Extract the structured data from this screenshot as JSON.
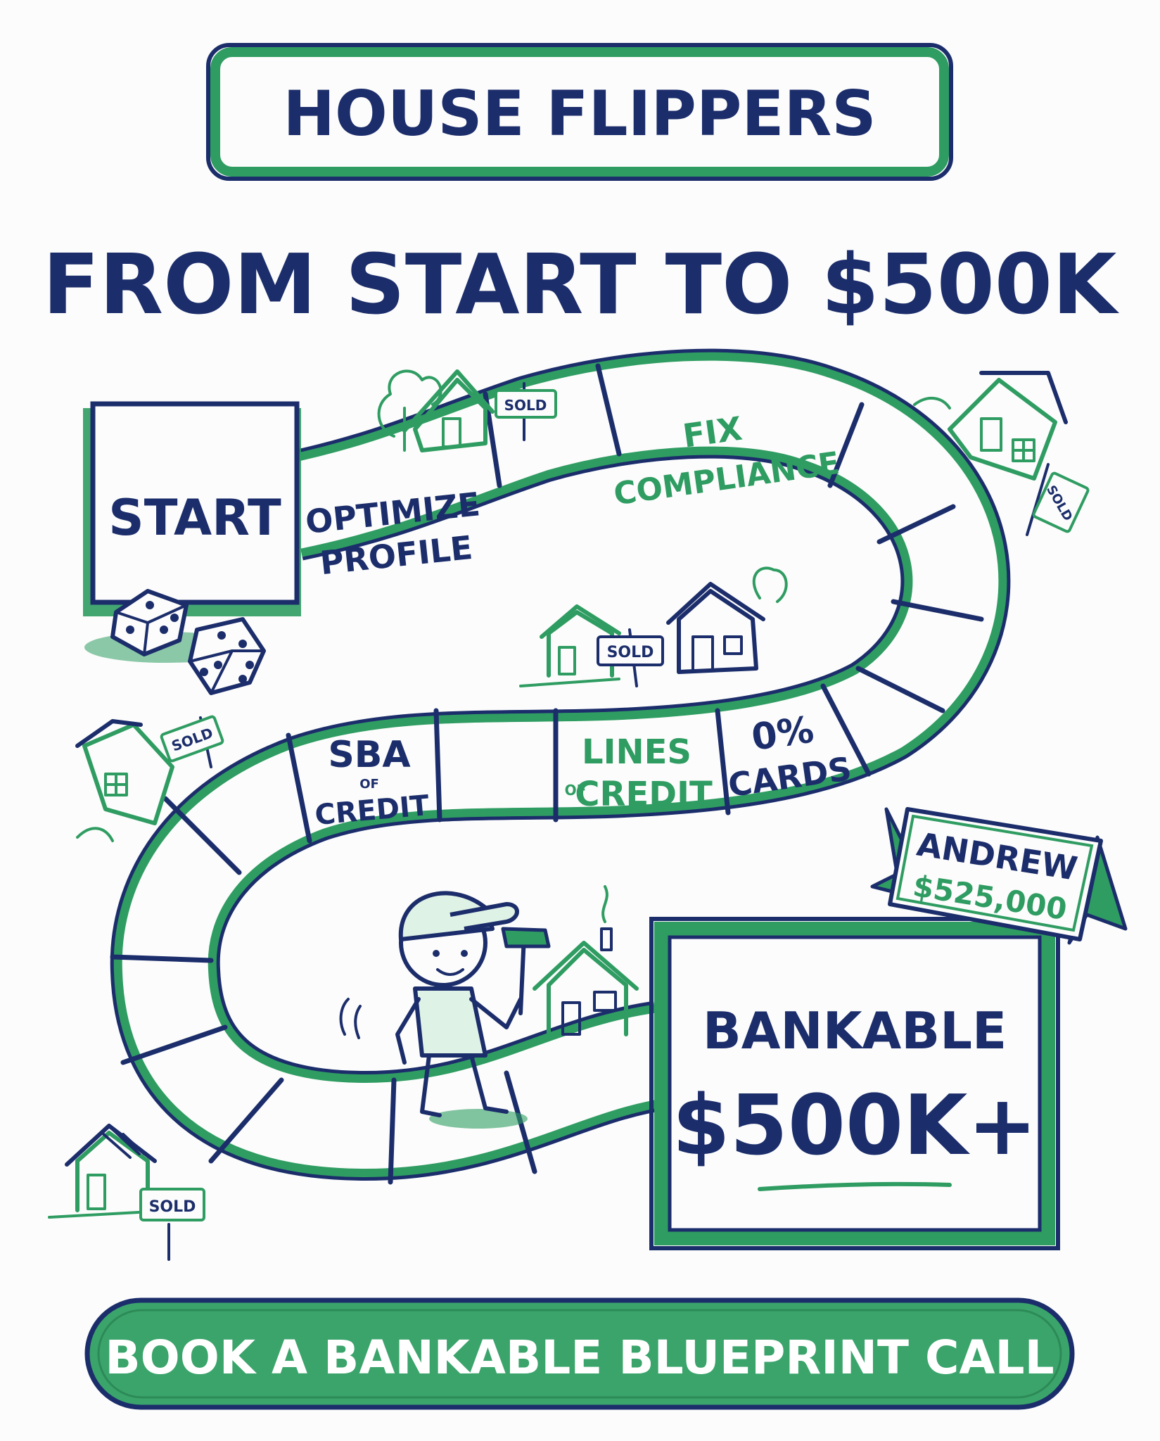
{
  "header": {
    "title": "HOUSE FLIPPERS",
    "subtitle": "FROM START TO $500K"
  },
  "board": {
    "start_label": "START",
    "steps": [
      {
        "id": "optimize",
        "line1": "OPTIMIZE",
        "line2": "PROFILE"
      },
      {
        "id": "fix",
        "line1": "FIX",
        "line2": "COMPLIANCE"
      },
      {
        "id": "zero",
        "line1": "0%",
        "line2": "CARDS"
      },
      {
        "id": "lines",
        "line1": "LINES",
        "small": "OF",
        "line2": "CREDIT"
      },
      {
        "id": "sba",
        "line1": "SBA",
        "small": "OF",
        "line2": "CREDIT"
      }
    ],
    "finish": {
      "line1": "BANKABLE",
      "line2": "$500K+"
    },
    "banner": {
      "name": "ANDREW",
      "amount": "$525,000"
    },
    "sign_text": "SOLD"
  },
  "cta": {
    "label": "BOOK A BANKABLE BLUEPRINT CALL"
  },
  "colors": {
    "navy": "#1c2d6b",
    "green": "#2f9c62",
    "light_green": "#dff2e6",
    "cta_fill": "#3aa46b"
  },
  "icons": [
    "dice-icon",
    "house-icon",
    "sold-sign-icon",
    "tree-icon",
    "hammer-icon",
    "flipper-character-icon"
  ]
}
